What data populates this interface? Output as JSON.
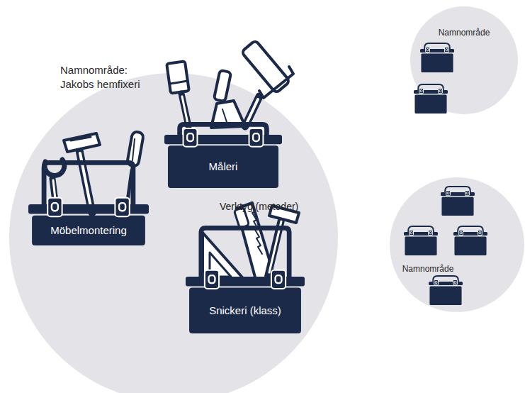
{
  "diagram": {
    "nodes": [
      {
        "text": [
          "Namnområde: Jakobs hemfixeri"
        ]
      },
      {
        "text": [
          "Måleri"
        ],
        "in": 0
      },
      {
        "text": [
          "Möbelmontering"
        ],
        "in": 0
      },
      {
        "text": [
          "Snickeri (klass)"
        ],
        "in": 0
      },
      {
        "text": [
          "Namnområde"
        ]
      },
      {
        "text": [
          "Namnområde"
        ]
      }
    ],
    "labels": [
      "Verktyg (metoder)"
    ]
  }
}
